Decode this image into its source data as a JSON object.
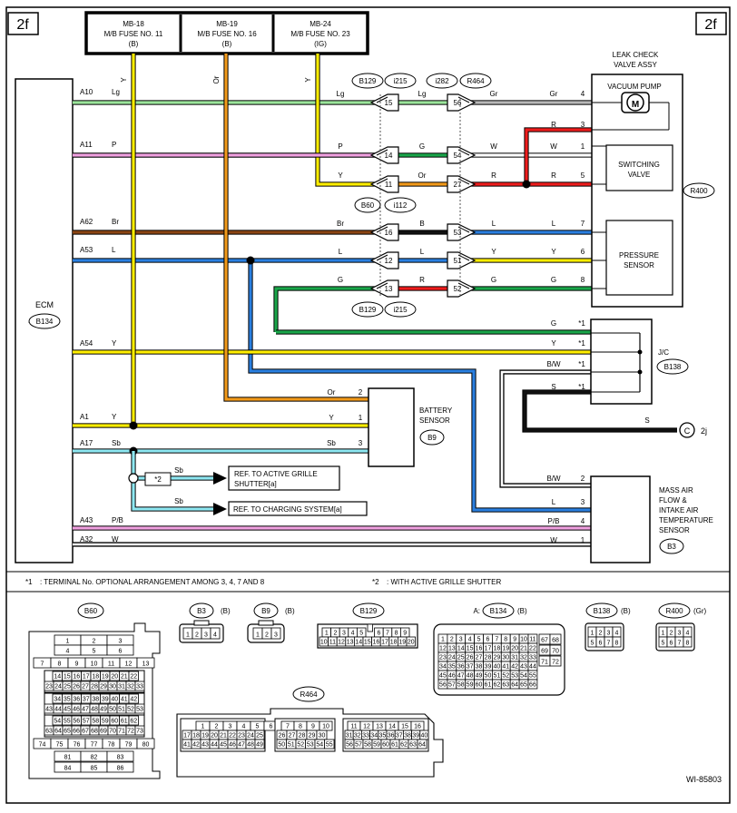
{
  "page": {
    "label_left": "2f",
    "label_right": "2f",
    "figure_id": "WI-85803"
  },
  "fuses": [
    {
      "id": "MB-18",
      "name": "M/B FUSE NO. 11",
      "supply": "(B)"
    },
    {
      "id": "MB-19",
      "name": "M/B FUSE NO. 16",
      "supply": "(B)"
    },
    {
      "id": "MB-24",
      "name": "M/B FUSE NO. 23",
      "supply": "(IG)"
    }
  ],
  "fuse_wire_colors": [
    "Y",
    "Or",
    "Y"
  ],
  "ecm": {
    "title": "ECM",
    "conn_prefix": "A:",
    "conn": "B134"
  },
  "ecm_pins": [
    {
      "pin": "A10",
      "color": "Lg"
    },
    {
      "pin": "A11",
      "color": "P"
    },
    {
      "pin": "A62",
      "color": "Br"
    },
    {
      "pin": "A53",
      "color": "L"
    },
    {
      "pin": "A54",
      "color": "Y"
    },
    {
      "pin": "A1",
      "color": "Y"
    },
    {
      "pin": "A17",
      "color": "Sb"
    },
    {
      "pin": "A43",
      "color": "P/B"
    },
    {
      "pin": "A32",
      "color": "W"
    }
  ],
  "connectors": {
    "top_a": [
      "B129",
      "i215",
      "i282",
      "R464"
    ],
    "mid": [
      "B60",
      "i112"
    ],
    "bottom": [
      "B129",
      "i215"
    ]
  },
  "harness_rows": [
    {
      "left": "Lg",
      "pin1": "15",
      "mid": "Lg",
      "pin2": "56",
      "right": "Gr",
      "far": "Gr",
      "term": "4"
    },
    {
      "left": "P",
      "pin1": "14",
      "mid": "G",
      "pin2": "54",
      "right": "W",
      "far": "W",
      "term": "1"
    },
    {
      "left": "Y",
      "pin1": "11",
      "mid": "Or",
      "pin2": "27",
      "right": "R",
      "far": "R",
      "term": "5"
    },
    {
      "left": "Br",
      "pin1": "16",
      "mid": "B",
      "pin2": "53",
      "right": "L",
      "far": "L",
      "term": "7"
    },
    {
      "left": "L",
      "pin1": "12",
      "mid": "L",
      "pin2": "51",
      "right": "Y",
      "far": "Y",
      "term": "6"
    },
    {
      "left": "G",
      "pin1": "13",
      "mid": "R",
      "pin2": "52",
      "right": "G",
      "far": "G",
      "term": "8"
    }
  ],
  "r_branch": {
    "color": "R",
    "term": "3"
  },
  "leak_check": {
    "title_1": "LEAK CHECK",
    "title_2": "VALVE ASSY",
    "pump": "VACUUM PUMP",
    "pump_symbol": "M",
    "valve_1": "SWITCHING",
    "valve_2": "VALVE",
    "sensor_1": "PRESSURE",
    "sensor_2": "SENSOR",
    "conn": "R400"
  },
  "jc": {
    "title": "J/C",
    "conn": "B138",
    "rows": [
      {
        "color": "G",
        "mark": "*1"
      },
      {
        "color": "Y",
        "mark": "*1"
      },
      {
        "color": "B/W",
        "mark": "*1"
      },
      {
        "color": "S",
        "mark": "*1"
      }
    ],
    "s_out_color": "S",
    "ground_letter": "C",
    "ground_ref": "2j"
  },
  "battery_sensor": {
    "title_1": "BATTERY",
    "title_2": "SENSOR",
    "conn": "B9",
    "pins": [
      {
        "color": "Or",
        "term": "2"
      },
      {
        "color": "Y",
        "term": "1"
      },
      {
        "color": "Sb",
        "term": "3"
      }
    ]
  },
  "refs": {
    "sb_1": "Sb",
    "sb_2": "Sb",
    "note_mark": "*2",
    "ref_1a": "REF. TO ACTIVE GRILLE",
    "ref_1b": "SHUTTER[a]",
    "ref_2": "REF. TO CHARGING SYSTEM[a]"
  },
  "maf": {
    "lines": [
      "MASS AIR",
      "FLOW &",
      "INTAKE AIR",
      "TEMPERATURE",
      "SENSOR"
    ],
    "conn": "B3",
    "pins": [
      {
        "color": "B/W",
        "term": "2"
      },
      {
        "color": "L",
        "term": "3"
      },
      {
        "color": "P/B",
        "term": "4"
      },
      {
        "color": "W",
        "term": "1"
      }
    ]
  },
  "notes": {
    "n1_mark": "*1",
    "n1": ": TERMINAL No. OPTIONAL ARRANGEMENT AMONG 3, 4, 7 AND 8",
    "n2_mark": "*2",
    "n2": ": WITH ACTIVE GRILLE SHUTTER"
  },
  "connector_views": [
    {
      "name": "B60",
      "color": ""
    },
    {
      "name": "B3",
      "color": "(B)"
    },
    {
      "name": "B9",
      "color": "(B)"
    },
    {
      "name": "B129",
      "color": ""
    },
    {
      "name": "B134",
      "prefix": "A:",
      "color": "(B)"
    },
    {
      "name": "B138",
      "color": "(B)"
    },
    {
      "name": "R400",
      "color": "(Gr)"
    },
    {
      "name": "R464",
      "color": ""
    }
  ],
  "pinouts": {
    "b60_top": [
      [
        "1",
        "2",
        "3"
      ],
      [
        "4",
        "5",
        "6"
      ],
      [
        "7",
        "8",
        "9",
        "10",
        "11",
        "12",
        "13"
      ]
    ],
    "b60_mid1": [
      [
        "14",
        "15",
        "16",
        "17",
        "18",
        "19",
        "20",
        "21",
        "22"
      ],
      [
        "23",
        "24",
        "25",
        "26",
        "27",
        "28",
        "29",
        "30",
        "31",
        "32",
        "33"
      ]
    ],
    "b60_mid2": [
      [
        "34",
        "35",
        "36",
        "37",
        "38",
        "39",
        "40",
        "41",
        "42"
      ],
      [
        "43",
        "44",
        "45",
        "46",
        "47",
        "48",
        "49",
        "50",
        "51",
        "52",
        "53"
      ]
    ],
    "b60_mid3": [
      [
        "54",
        "55",
        "56",
        "57",
        "58",
        "59",
        "60",
        "61",
        "62"
      ],
      [
        "63",
        "64",
        "65",
        "66",
        "67",
        "68",
        "69",
        "70",
        "71",
        "72",
        "73"
      ]
    ],
    "b60_bot": [
      [
        "74",
        "75",
        "76",
        "77",
        "78",
        "79",
        "80"
      ],
      [
        "81",
        "82",
        "83"
      ],
      [
        "84",
        "85",
        "86"
      ]
    ],
    "b3": [
      "1",
      "2",
      "3",
      "4"
    ],
    "b9": [
      "1",
      "2",
      "3"
    ],
    "b129": [
      [
        "1",
        "2",
        "3",
        "4",
        "5",
        "",
        "6",
        "7",
        "8",
        "9"
      ],
      [
        "10",
        "11",
        "12",
        "13",
        "14",
        "15",
        "16",
        "17",
        "18",
        "19",
        "20"
      ]
    ],
    "b134_main": [
      [
        "1",
        "2",
        "3",
        "4",
        "5",
        "6",
        "7",
        "8",
        "9",
        "10",
        "11"
      ],
      [
        "12",
        "13",
        "14",
        "15",
        "16",
        "17",
        "18",
        "19",
        "20",
        "21",
        "22"
      ],
      [
        "23",
        "24",
        "25",
        "26",
        "27",
        "28",
        "29",
        "30",
        "31",
        "32",
        "33"
      ],
      [
        "34",
        "35",
        "36",
        "37",
        "38",
        "39",
        "40",
        "41",
        "42",
        "43",
        "44"
      ],
      [
        "45",
        "46",
        "47",
        "48",
        "49",
        "50",
        "51",
        "52",
        "53",
        "54",
        "55"
      ],
      [
        "56",
        "57",
        "58",
        "59",
        "60",
        "61",
        "62",
        "63",
        "64",
        "65",
        "66"
      ]
    ],
    "b134_side": [
      [
        "67",
        "68"
      ],
      [
        "69",
        "70"
      ],
      [
        "71",
        "72"
      ]
    ],
    "b138": [
      [
        "1",
        "2",
        "3",
        "4"
      ],
      [
        "5",
        "6",
        "7",
        "8"
      ]
    ],
    "r400": [
      [
        "1",
        "2",
        "3",
        "4"
      ],
      [
        "5",
        "6",
        "7",
        "8"
      ]
    ],
    "r464_a": [
      [
        "1",
        "2",
        "3",
        "4",
        "5",
        "6"
      ],
      [
        "17",
        "18",
        "19",
        "20",
        "21",
        "22",
        "23",
        "24",
        "25"
      ],
      [
        "41",
        "42",
        "43",
        "44",
        "45",
        "46",
        "47",
        "48",
        "49"
      ]
    ],
    "r464_b": [
      [
        "7",
        "8",
        "9",
        "10"
      ],
      [
        "26",
        "27",
        "28",
        "29",
        "30"
      ],
      [
        "50",
        "51",
        "52",
        "53",
        "54",
        "55"
      ]
    ],
    "r464_c": [
      [
        "11",
        "12",
        "13",
        "14",
        "15",
        "16"
      ],
      [
        "31",
        "32",
        "33",
        "34",
        "35",
        "36",
        "37",
        "38",
        "39",
        "40"
      ],
      [
        "56",
        "57",
        "58",
        "59",
        "60",
        "61",
        "62",
        "63",
        "64"
      ]
    ]
  },
  "colors": {
    "Lg": "#9be59b",
    "P": "#f0a0e0",
    "Y": "#ffee00",
    "Or": "#f29a1a",
    "Br": "#8b4513",
    "L": "#2a7fe0",
    "G": "#1aa64a",
    "Sb": "#8ee8f2",
    "W": "#ffffff",
    "Gr": "#b8b8b8",
    "R": "#ee1c1c",
    "B": "#111111",
    "S": "#111111",
    "BW": "#ffffff",
    "PB": "#f0a0e0"
  }
}
